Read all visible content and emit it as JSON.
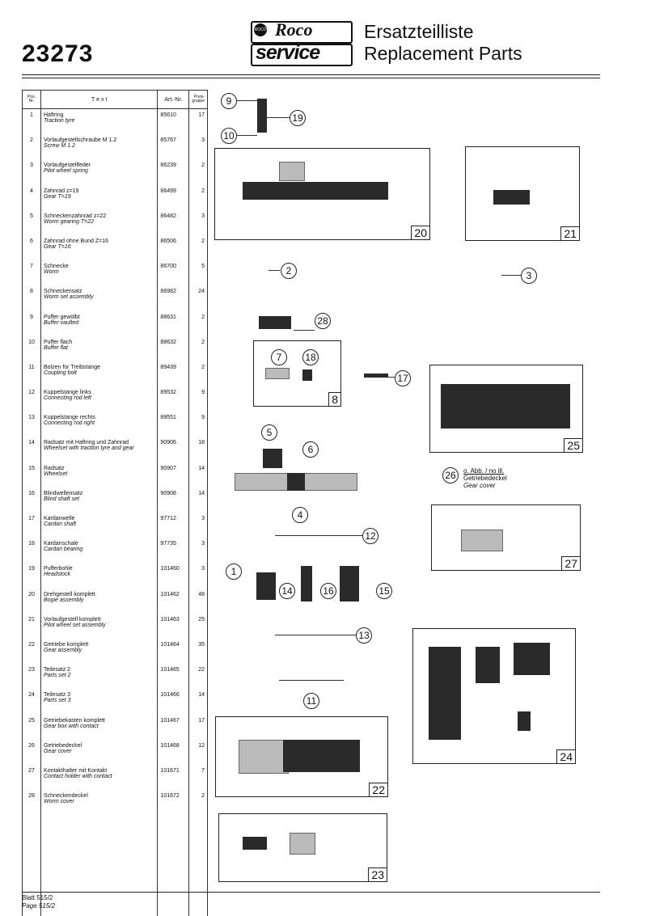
{
  "header": {
    "doc_number": "23273",
    "logo_brand": "Roco",
    "logo_service": "service",
    "title_de": "Ersatzteilliste",
    "title_en": "Replacement Parts"
  },
  "table": {
    "headers": {
      "pos": "Pos. Nr.",
      "text": "T e x t",
      "art": "Art.-Nr.",
      "price": "Preis-gruppe"
    },
    "rows": [
      {
        "pos": "1",
        "de": "Haftring",
        "en": "Traction tyre",
        "art": "85610",
        "price": "17"
      },
      {
        "pos": "2",
        "de": "Vorlaufgestellschraube M 1.2",
        "en": "Screw M 1.2",
        "art": "85767",
        "price": "3"
      },
      {
        "pos": "3",
        "de": "Vorlaufgestellfeder",
        "en": "Pilot wheel spring",
        "art": "86239",
        "price": "2"
      },
      {
        "pos": "4",
        "de": "Zahnrad z=19",
        "en": "Gear T=19",
        "art": "86499",
        "price": "2"
      },
      {
        "pos": "5",
        "de": "Schneckenzahnrad z=22",
        "en": "Worm gearing T=22",
        "art": "86482",
        "price": "3"
      },
      {
        "pos": "6",
        "de": "Zahnrad ohne Bund Z=16",
        "en": "Gear T=16",
        "art": "86506",
        "price": "2"
      },
      {
        "pos": "7",
        "de": "Schnecke",
        "en": "Worm",
        "art": "86700",
        "price": "5"
      },
      {
        "pos": "8",
        "de": "Schneckensatz",
        "en": "Worm set assembly",
        "art": "86982",
        "price": "24"
      },
      {
        "pos": "9",
        "de": "Puffer gewölbt",
        "en": "Buffer vaulted",
        "art": "88631",
        "price": "2"
      },
      {
        "pos": "10",
        "de": "Puffer flach",
        "en": "Buffer flat",
        "art": "88632",
        "price": "2"
      },
      {
        "pos": "11",
        "de": "Bolzen für Treibstange",
        "en": "Coupling bolt",
        "art": "89439",
        "price": "2"
      },
      {
        "pos": "12",
        "de": "Kuppelstange links",
        "en": "Connecting rod left",
        "art": "89532",
        "price": "9"
      },
      {
        "pos": "13",
        "de": "Kuppelstange rechts",
        "en": "Connecting rod right",
        "art": "89551",
        "price": "9"
      },
      {
        "pos": "14",
        "de": "Radsatz mit Haftring und Zahnrad",
        "en": "Wheelset with traction tyre and gear",
        "art": "90906",
        "price": "18"
      },
      {
        "pos": "15",
        "de": "Radsatz",
        "en": "Wheelset",
        "art": "90907",
        "price": "14"
      },
      {
        "pos": "16",
        "de": "Blindwellensatz",
        "en": "Blind shaft set",
        "art": "90908",
        "price": "14"
      },
      {
        "pos": "17",
        "de": "Kardanwelle",
        "en": "Cardan shaft",
        "art": "97712",
        "price": "3"
      },
      {
        "pos": "18",
        "de": "Kardanschale",
        "en": "Cardan bearing",
        "art": "97735",
        "price": "3"
      },
      {
        "pos": "19",
        "de": "Pufferbohle",
        "en": "Headstock",
        "art": "101460",
        "price": "3"
      },
      {
        "pos": "20",
        "de": "Drehgestell komplett",
        "en": "Bogie assembly",
        "art": "101462",
        "price": "48"
      },
      {
        "pos": "21",
        "de": "Vorlaufgestell komplett",
        "en": "Pilot wheel set assembly",
        "art": "101463",
        "price": "25"
      },
      {
        "pos": "22",
        "de": "Getriebe komplett",
        "en": "Gear assembly",
        "art": "101464",
        "price": "35"
      },
      {
        "pos": "23",
        "de": "Teilesatz 2",
        "en": "Parts set 2",
        "art": "101465",
        "price": "22"
      },
      {
        "pos": "24",
        "de": "Teilesatz 3",
        "en": "Parts set 3",
        "art": "101466",
        "price": "14"
      },
      {
        "pos": "25",
        "de": "Getriebekasten komplett",
        "en": "Gear box with contact",
        "art": "101467",
        "price": "17"
      },
      {
        "pos": "26",
        "de": "Getriebedeckel",
        "en": "Gear cover",
        "art": "101468",
        "price": "12"
      },
      {
        "pos": "27",
        "de": "Kontakthalter mit Kontakt",
        "en": "Contact holder with contact",
        "art": "101671",
        "price": "7"
      },
      {
        "pos": "28",
        "de": "Schneckendeckel",
        "en": "Worm cover",
        "art": "101672",
        "price": "2"
      }
    ]
  },
  "diagram": {
    "callouts": [
      "9",
      "10",
      "19",
      "2",
      "3",
      "28",
      "7",
      "18",
      "17",
      "5",
      "6",
      "4",
      "12",
      "1",
      "14",
      "16",
      "15",
      "13",
      "11",
      "26"
    ],
    "boxes": [
      "20",
      "21",
      "8",
      "25",
      "27",
      "24",
      "22",
      "23"
    ],
    "no_ill": {
      "label": "o. Abb. / no ill.",
      "de": "Getriebedeckel",
      "en": "Gear cover"
    }
  },
  "footer": {
    "de": "Blatt 515/2",
    "en": "Page 515/2"
  }
}
